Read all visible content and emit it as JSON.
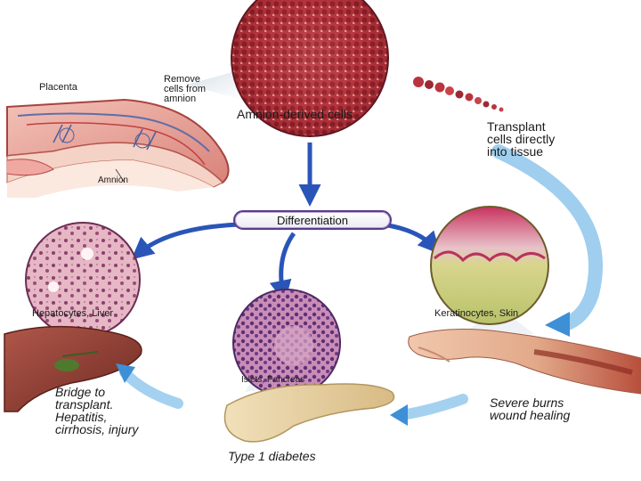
{
  "labels": {
    "placenta": "Placenta",
    "remove_cells": [
      "Remove",
      "cells from",
      "amnion"
    ],
    "amnion_derived": "Amnion-derived cells",
    "amnion": "Amnion",
    "transplant": [
      "Transplant",
      "cells directly",
      "into tissue"
    ],
    "differentiation": "Differentiation",
    "hepatocytes": "Hepatocytes, Liver",
    "keratinocytes": "Keratinocytes, Skin",
    "islets": "Islets, Pancreas",
    "bridge": [
      "Bridge to",
      "transplant.",
      "Hepatitis,",
      "cirrhosis, injury"
    ],
    "burns": [
      "Severe burns",
      "wound healing"
    ],
    "diabetes": "Type 1 diabetes"
  },
  "colors": {
    "arrow_blue": "#2a55b8",
    "arrow_light": "#8ec6ec",
    "tissue_red": "#b8343b",
    "tissue_pink": "#e6a7a2",
    "liver": "#8b3b2f",
    "pancreas": "#e9d5a8",
    "skin_arm": "#e7b294"
  }
}
